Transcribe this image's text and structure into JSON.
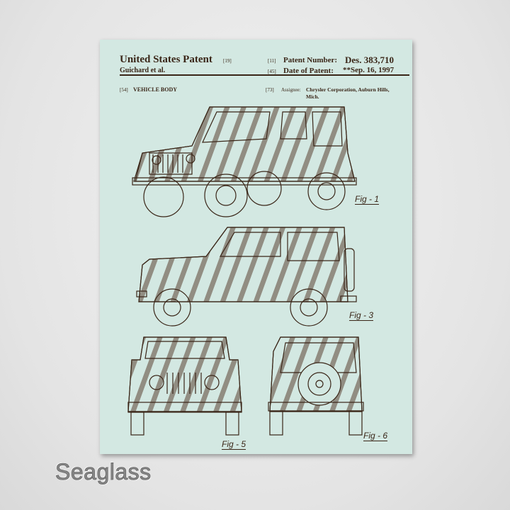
{
  "patent": {
    "title": "United States Patent",
    "title_ref": "[19]",
    "inventor": "Guichard et al.",
    "number_ref": "[11]",
    "number_label": "Patent Number:",
    "number_value": "Des. 383,710",
    "date_ref": "[45]",
    "date_label": "Date of Patent:",
    "date_value": "**Sep. 16, 1997",
    "name_ref": "[54]",
    "name": "VEHICLE BODY",
    "assignee_ref": "[73]",
    "assignee_label": "Assignee:",
    "assignee_value": "Chrysler Corporation, Auburn Hills,",
    "assignee_value2": "Mich."
  },
  "figures": [
    "Fig - 1",
    "Fig - 3",
    "Fig - 5",
    "Fig - 6"
  ],
  "product_label": "Seaglass",
  "colors": {
    "paper": "#d3e8e2",
    "ink": "#3a2618",
    "wall": "#e6e6e6"
  }
}
